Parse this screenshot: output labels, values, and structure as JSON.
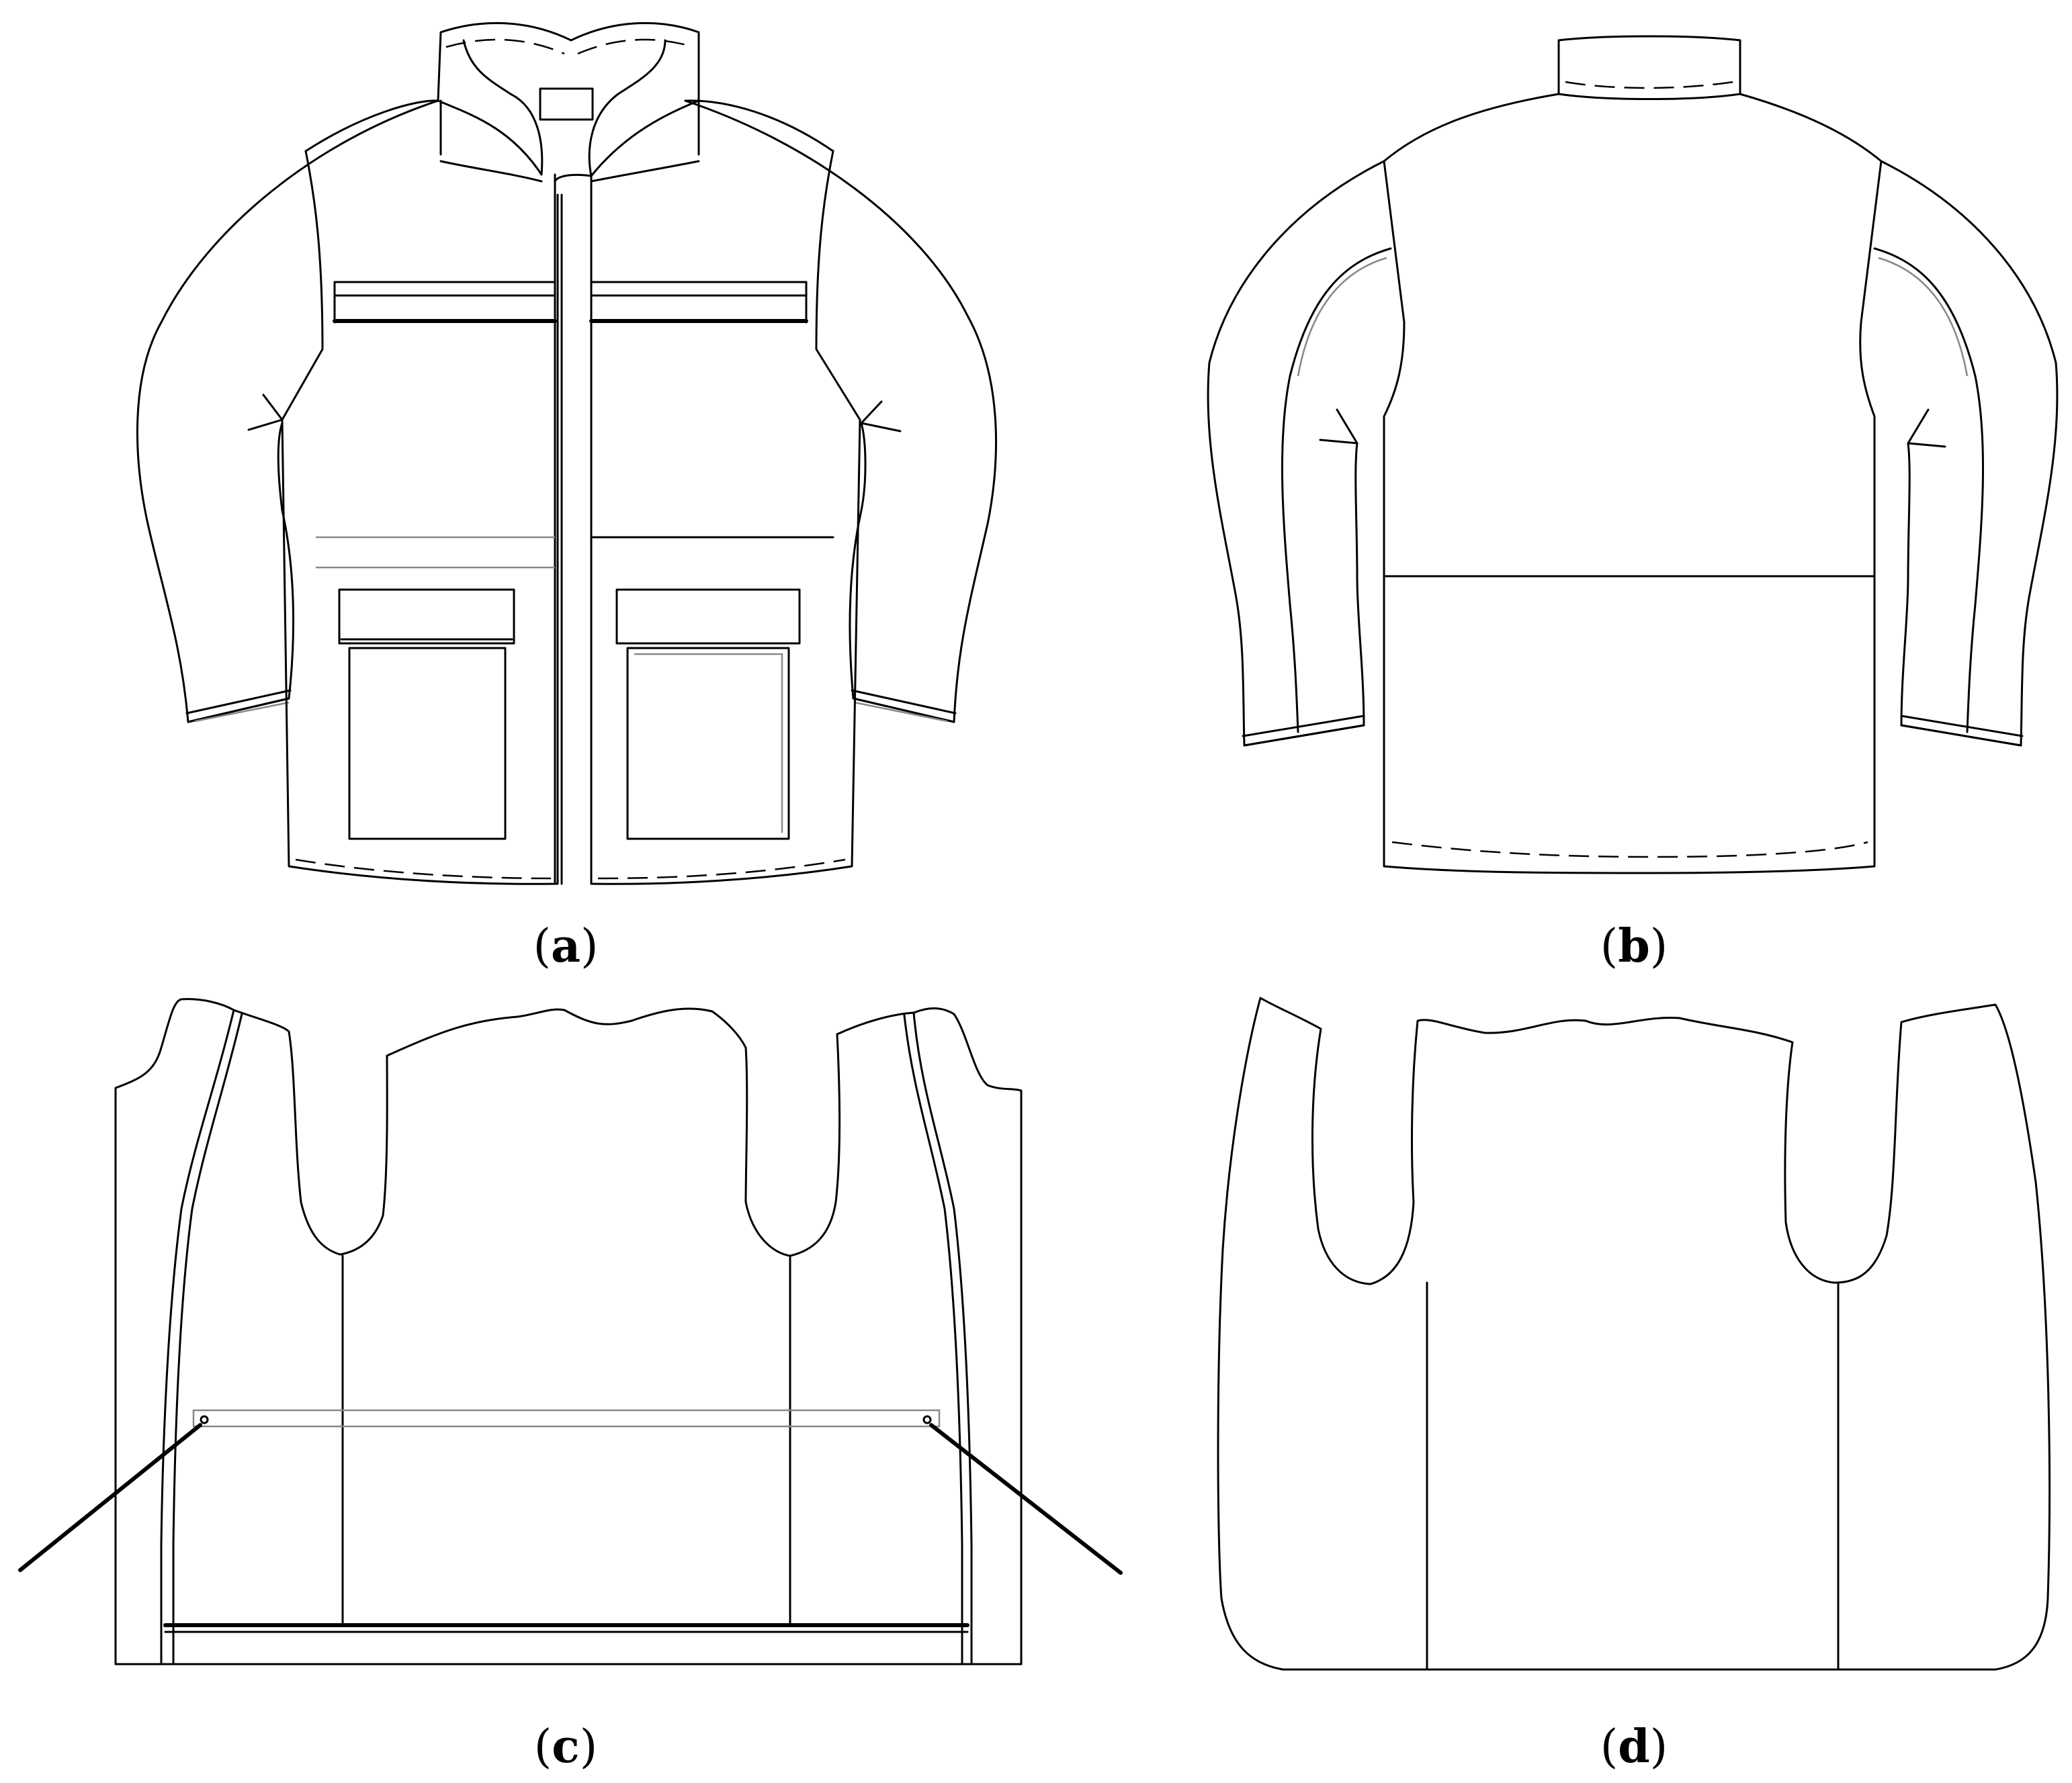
{
  "panels": [
    {
      "id": "a",
      "label": "a",
      "caption_open": "(",
      "caption_close": ")"
    },
    {
      "id": "b",
      "label": "b",
      "caption_open": "(",
      "caption_close": ")"
    },
    {
      "id": "c",
      "label": "c",
      "caption_open": "(",
      "caption_close": ")"
    },
    {
      "id": "d",
      "label": "d",
      "caption_open": "(",
      "caption_close": ")"
    }
  ],
  "colors": {
    "line": "#000000",
    "quilt": "#666666",
    "background": "#ffffff"
  }
}
